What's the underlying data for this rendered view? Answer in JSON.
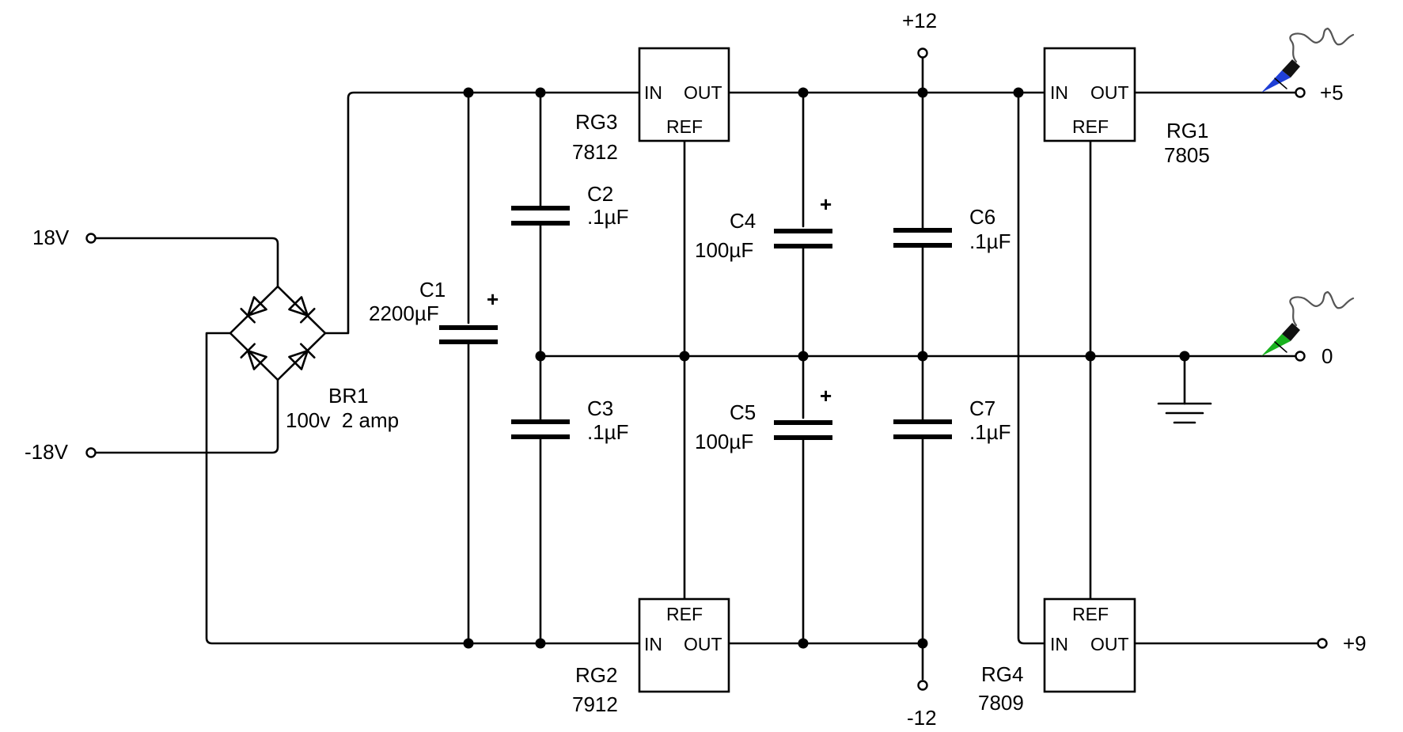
{
  "bridge": {
    "name": "BR1",
    "rating": "100v  2 amp"
  },
  "inputs": {
    "pos": "18V",
    "neg": "-18V"
  },
  "outputs": {
    "p12": "+12",
    "n12": "-12",
    "p5": "+5",
    "zero": "0",
    "p9": "+9"
  },
  "capacitors": {
    "c1": {
      "name": "C1",
      "value": "2200µF",
      "polarity": "+"
    },
    "c2": {
      "name": "C2",
      "value": ".1µF"
    },
    "c3": {
      "name": "C3",
      "value": ".1µF"
    },
    "c4": {
      "name": "C4",
      "value": "100µF",
      "polarity": "+"
    },
    "c5": {
      "name": "C5",
      "value": "100µF",
      "polarity": "+"
    },
    "c6": {
      "name": "C6",
      "value": ".1µF"
    },
    "c7": {
      "name": "C7",
      "value": ".1µF"
    }
  },
  "regulators": {
    "rg3": {
      "name": "RG3",
      "part": "7812",
      "in": "IN",
      "out": "OUT",
      "ref": "REF"
    },
    "rg2": {
      "name": "RG2",
      "part": "7912",
      "in": "IN",
      "out": "OUT",
      "ref": "REF"
    },
    "rg1": {
      "name": "RG1",
      "part": "7805",
      "in": "IN",
      "out": "OUT",
      "ref": "REF"
    },
    "rg4": {
      "name": "RG4",
      "part": "7809",
      "in": "IN",
      "out": "OUT",
      "ref": "REF"
    }
  },
  "colors": {
    "probe_positive": "#1f3fd6",
    "probe_ground": "#19b21e",
    "wire": "#000000"
  }
}
